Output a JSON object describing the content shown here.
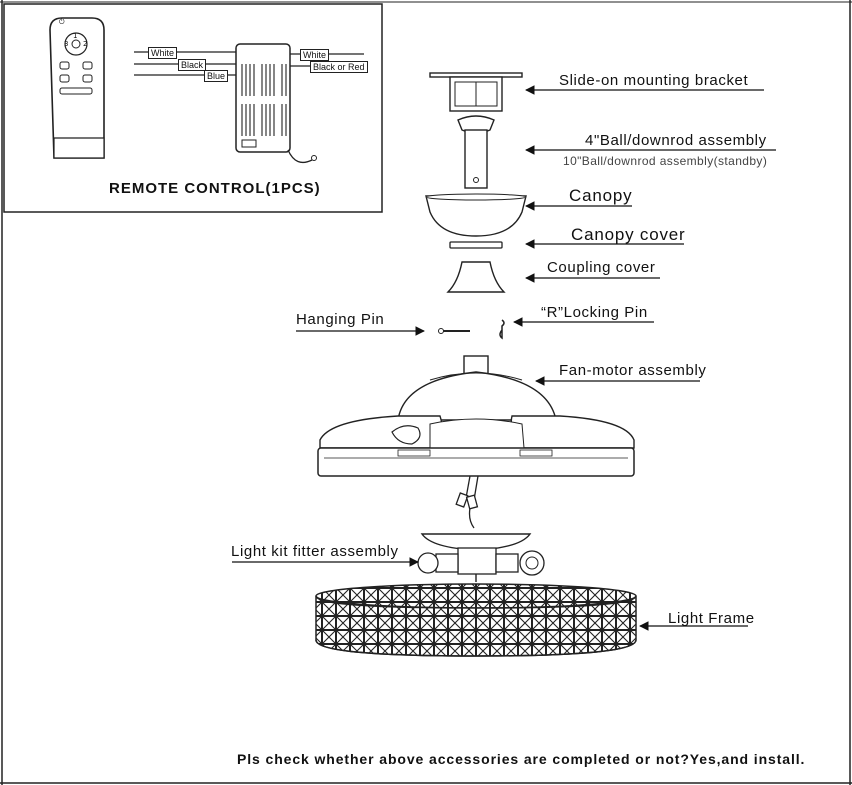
{
  "remote_box": {
    "title": "REMOTE CONTROL(1PCS)",
    "wires": {
      "white_in": "White",
      "black_in": "Black",
      "blue_in": "Blue",
      "white_out": "White",
      "black_red_out": "Black or Red"
    },
    "keys": {
      "k1": "1",
      "k2": "2",
      "k3": "3",
      "power": "⏻"
    }
  },
  "parts": {
    "mounting_bracket": "Slide-on mounting bracket",
    "downrod": "4\"Ball/downrod assembly",
    "downrod_standby": "10\"Ball/downrod assembly(standby)",
    "canopy": "Canopy",
    "canopy_cover": "Canopy cover",
    "coupling_cover": "Coupling cover",
    "hanging_pin": "Hanging Pin",
    "locking_pin": "“R”Locking Pin",
    "fan_motor": "Fan-motor assembly",
    "light_kit": "Light kit fitter assembly",
    "light_frame": "Light Frame"
  },
  "footer": "Pls check whether above accessories are completed or not?Yes,and install."
}
